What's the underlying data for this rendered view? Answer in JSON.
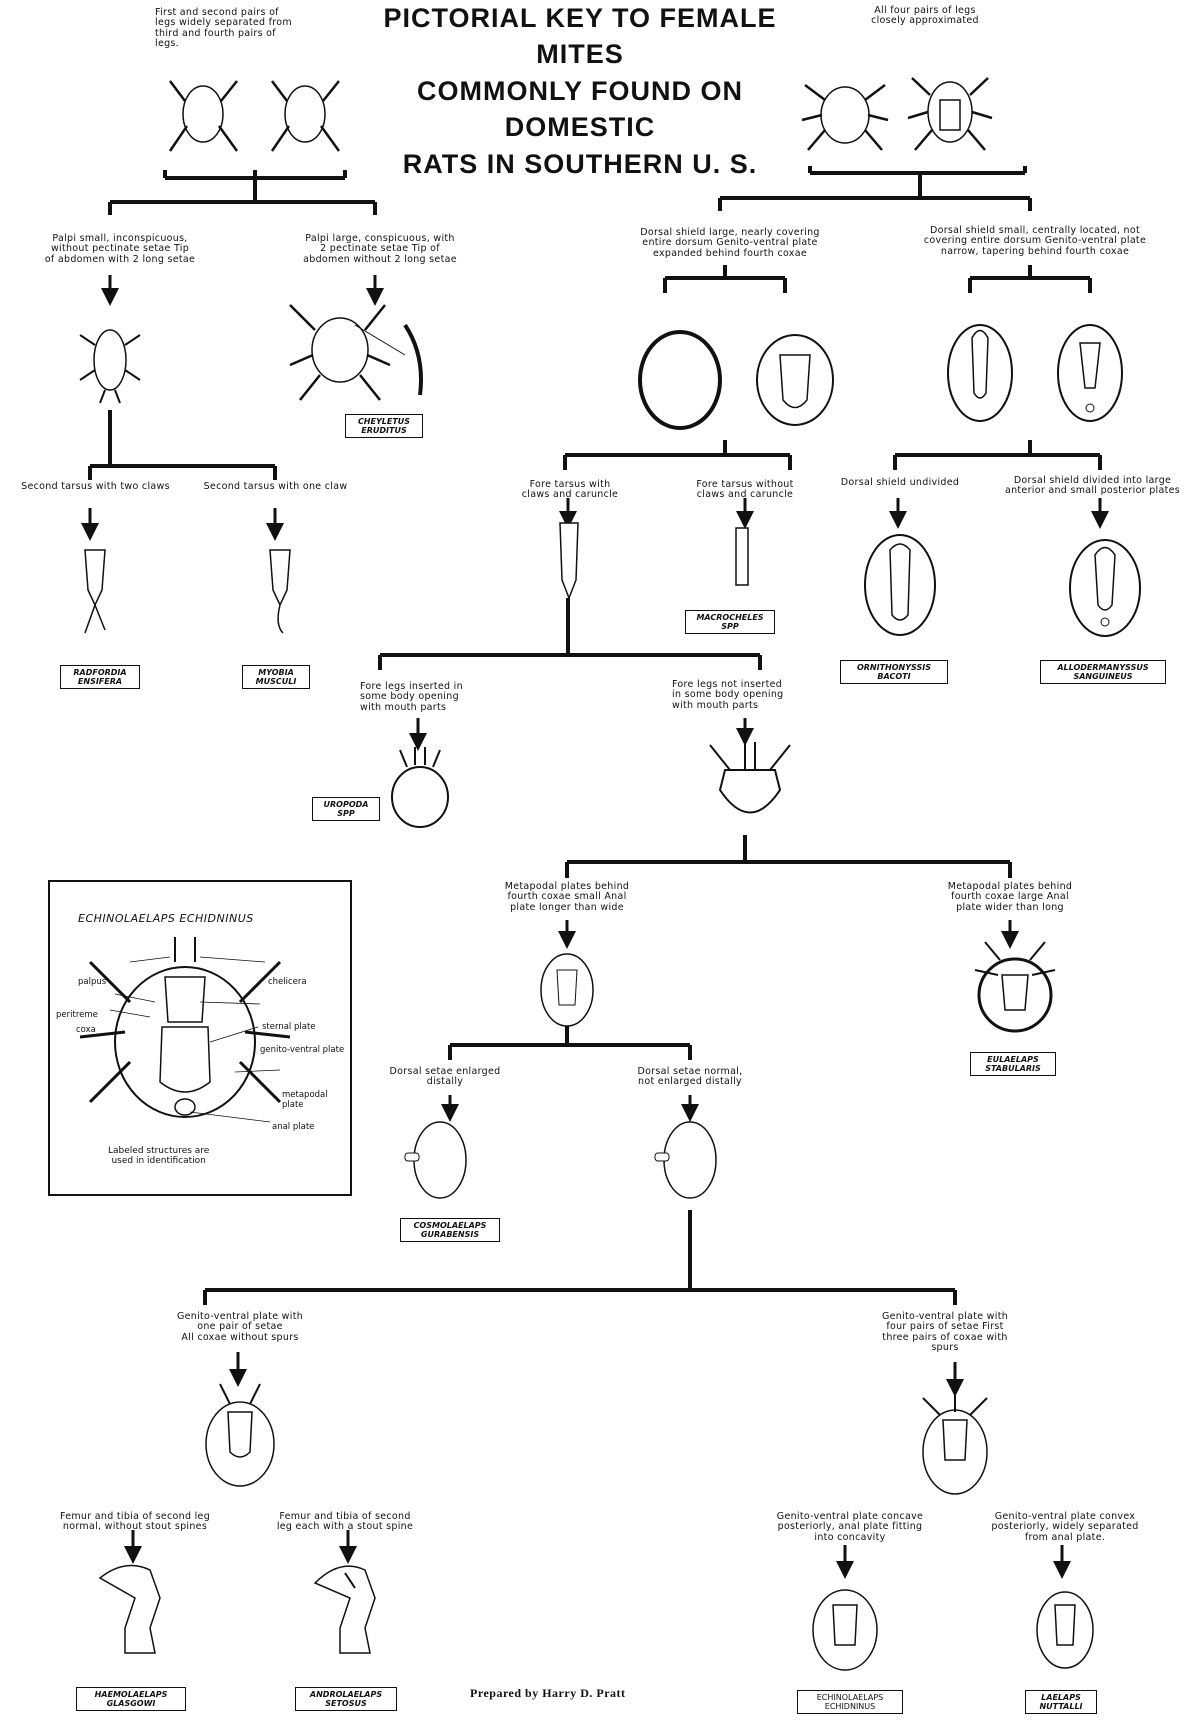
{
  "title": "PICTORIAL KEY TO FEMALE MITES\nCOMMONLY FOUND ON DOMESTIC\nRATS IN SOUTHERN U. S.",
  "credit": "Prepared by Harry D. Pratt",
  "couplets": {
    "legs_separated": "First and second pairs of\nlegs widely separated from\nthird and fourth pairs of\nlegs.",
    "legs_approximated": "All four pairs of legs\nclosely approximated",
    "palpi_small": "Palpi small, inconspicuous,\nwithout pectinate setae Tip\nof abdomen with 2 long setae",
    "palpi_large": "Palpi large, conspicuous, with\n2 pectinate setae Tip of\nabdomen without 2 long setae",
    "shield_large": "Dorsal shield large, nearly covering\nentire dorsum Genito-ventral plate\nexpanded behind fourth coxae",
    "shield_small": "Dorsal shield small, centrally located, not\ncovering entire dorsum Genito-ventral plate\nnarrow, tapering behind fourth coxae",
    "tarsus_two_claws": "Second tarsus with two claws",
    "tarsus_one_claw": "Second tarsus with one claw",
    "fore_tarsus_with": "Fore tarsus with\nclaws and caruncle",
    "fore_tarsus_without": "Fore tarsus without\nclaws and caruncle",
    "shield_undivided": "Dorsal shield undivided",
    "shield_divided": "Dorsal shield divided into large\nanterior and small posterior plates",
    "legs_inserted": "Fore legs inserted in\nsome body opening\nwith mouth parts",
    "legs_not_inserted": "Fore legs not inserted\nin some body opening\nwith mouth parts",
    "metapodal_small": "Metapodal plates behind\nfourth coxae small Anal\nplate longer than wide",
    "metapodal_large": "Metapodal plates behind\nfourth coxae large Anal\nplate wider than long",
    "setae_enlarged": "Dorsal setae enlarged\ndistally",
    "setae_normal": "Dorsal setae normal,\nnot enlarged distally",
    "gv_one_pair": "Genito-ventral plate with\none pair of setae\nAll coxae without spurs",
    "gv_four_pairs": "Genito-ventral plate with\nfour pairs of setae First\nthree pairs of coxae with\nspurs",
    "femur_normal": "Femur and tibia of second leg\nnormal, without stout spines",
    "femur_spine": "Femur and tibia of second\nleg each with a stout spine",
    "gv_concave": "Genito-ventral plate concave\nposteriorly, anal plate fitting\ninto concavity",
    "gv_convex": "Genito-ventral plate convex\nposteriorly, widely separated\nfrom anal plate."
  },
  "species": {
    "cheyletus": "CHEYLETUS\nERUDITUS",
    "radfordia": "RADFORDIA\nENSIFERA",
    "myobia": "MYOBIA\nMUSCULI",
    "macrocheles": "MACROCHELES\nSPP",
    "ornithonyssus": "ORNITHONYSSIS\nBACOTI",
    "allodermanyssus": "ALLODERMANYSSUS\nSANGUINEUS",
    "uropoda": "UROPODA\nSPP",
    "eulaelaps": "EULAELAPS\nSTABULARIS",
    "cosmolaelaps": "COSMOLAELAPS\nGURABENSIS",
    "haemolaelaps": "HAEMOLAELAPS\nGLASGOWI",
    "androlaelaps": "ANDROLAELAPS\nSETOSUS",
    "echinolaelaps": "ECHINOLAELAPS\nECHIDNINUS",
    "laelaps": "LAELAPS\nNUTTALLI"
  },
  "inset": {
    "title": "ECHINOLAELAPS   ECHIDNINUS",
    "labels": {
      "palpus": "palpus",
      "chelicera": "chelicera",
      "peritreme": "peritreme",
      "coxa": "coxa",
      "sternal": "sternal plate",
      "genito": "genito-ventral plate",
      "metapodal": "metapodal plate",
      "anal": "anal plate"
    },
    "note": "Labeled structures are\nused in identification"
  }
}
